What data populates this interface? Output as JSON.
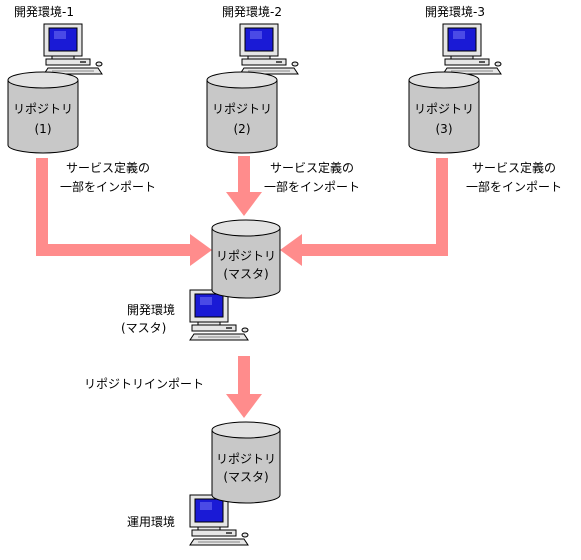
{
  "environments": [
    {
      "title": "開発環境-1",
      "repo_label": "リポジトリ",
      "repo_num": "(1)",
      "annotation": [
        "サービス定義の",
        "一部をインポート"
      ]
    },
    {
      "title": "開発環境-2",
      "repo_label": "リポジトリ",
      "repo_num": "(2)",
      "annotation": [
        "サービス定義の",
        "一部をインポート"
      ]
    },
    {
      "title": "開発環境-3",
      "repo_label": "リポジトリ",
      "repo_num": "(3)",
      "annotation": [
        "サービス定義の",
        "一部をインポート"
      ]
    }
  ],
  "master": {
    "repo_label": "リポジトリ",
    "repo_sub": "(マスタ)",
    "env_title": "開発環境",
    "env_sub": "(マスタ)"
  },
  "import_label": "リポジトリインポート",
  "production": {
    "repo_label": "リポジトリ",
    "repo_sub": "(マスタ)",
    "env_title": "運用環境"
  },
  "colors": {
    "arrow": "#ff8c8c",
    "cylinder_body": "#c8c8c8",
    "cylinder_top": "#e2e2e2",
    "screen": "#1a1ad6",
    "computer_body": "#e6e6e6"
  }
}
